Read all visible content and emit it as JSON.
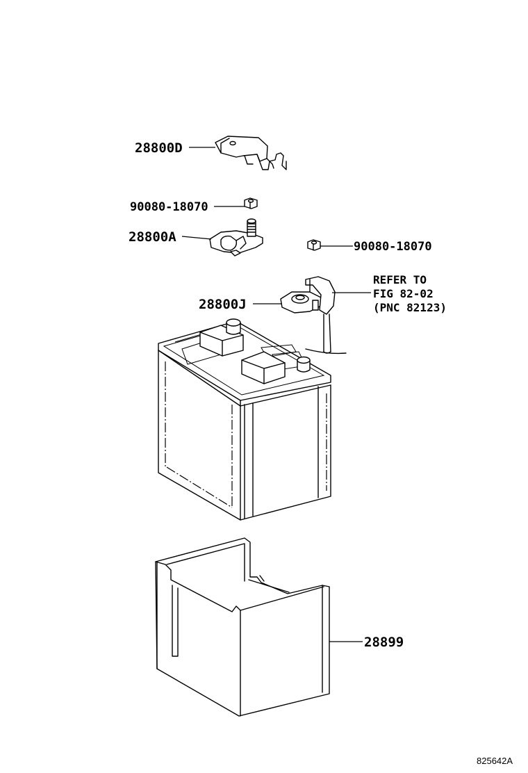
{
  "labels": {
    "hold_down_cover": "28800D",
    "nut_upper": "90080-18070",
    "pos_clamp": "28800A",
    "nut_right": "90080-18070",
    "neg_clamp": "28800J",
    "tray": "28899"
  },
  "refer": {
    "line1": "REFER TO",
    "line2": "FIG 82-02",
    "line3": "(PNC 82123)"
  },
  "figure_code": "825642A"
}
